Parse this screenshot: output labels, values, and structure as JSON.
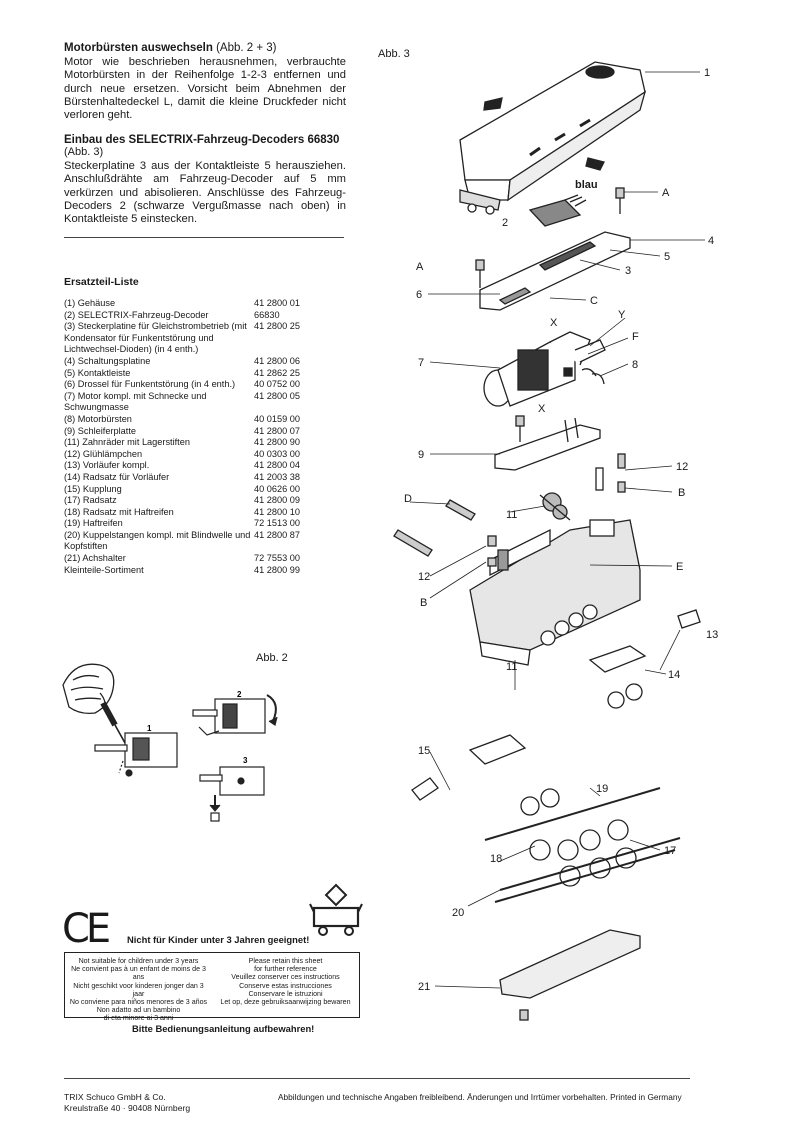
{
  "motor_section": {
    "title": "Motorbürsten auswechseln",
    "title_ref": "(Abb. 2 + 3)",
    "body": "Motor wie beschrieben herausnehmen, verbrauchte Motorbürsten in der Reihenfolge 1-2-3 entfernen und durch neue ersetzen. Vorsicht beim Abnehmen der Bürstenhaltedeckel L, damit die kleine Druckfeder nicht verloren geht."
  },
  "decoder_section": {
    "title": "Einbau des SELECTRIX-Fahrzeug-Decoders 66830",
    "title_ref": "(Abb. 3)",
    "body": "Steckerplatine 3 aus der Kontaktleiste 5 herausziehen. Anschlußdrähte am Fahrzeug-Decoder auf 5 mm verkürzen und abisolieren. Anschlüsse des Fahrzeug-Decoders 2 (schwarze Vergußmasse nach oben) in Kontaktleiste 5 einstecken."
  },
  "parts_list": {
    "title": "Ersatzteil-Liste",
    "items": [
      {
        "desc": "(1) Gehäuse",
        "num": "41 2800 01"
      },
      {
        "desc": "(2) SELECTRIX-Fahrzeug-Decoder",
        "num": "66830"
      },
      {
        "desc": "(3) Steckerplatine für Gleichstrombetrieb (mit Kondensator für Funkentstörung und Lichtwechsel-Dioden) (in 4 enth.)",
        "num": "41 2800 25"
      },
      {
        "desc": "(4) Schaltungsplatine",
        "num": "41 2800 06"
      },
      {
        "desc": "(5) Kontaktleiste",
        "num": "41 2862 25"
      },
      {
        "desc": "(6) Drossel für Funkentstörung (in 4 enth.)",
        "num": "40 0752 00"
      },
      {
        "desc": "(7) Motor kompl. mit Schnecke und Schwungmasse",
        "num": "41 2800 05"
      },
      {
        "desc": "(8) Motorbürsten",
        "num": "40 0159 00"
      },
      {
        "desc": "(9) Schleiferplatte",
        "num": "41 2800 07"
      },
      {
        "desc": "(11) Zahnräder mit Lagerstiften",
        "num": "41 2800 90"
      },
      {
        "desc": "(12) Glühlämpchen",
        "num": "40 0303 00"
      },
      {
        "desc": "(13) Vorläufer kompl.",
        "num": "41 2800 04"
      },
      {
        "desc": "(14) Radsatz für Vorläufer",
        "num": "41 2003 38"
      },
      {
        "desc": "(15) Kupplung",
        "num": "40 0626 00"
      },
      {
        "desc": "(17) Radsatz",
        "num": "41 2800 09"
      },
      {
        "desc": "(18) Radsatz mit Haftreifen",
        "num": "41 2800 10"
      },
      {
        "desc": "(19) Haftreifen",
        "num": "72 1513 00"
      },
      {
        "desc": "(20) Kuppelstangen kompl. mit Blindwelle und Kopfstiften",
        "num": "41 2800 87"
      },
      {
        "desc": "(21) Achshalter",
        "num": "72 7553 00"
      },
      {
        "desc": "Kleinteile-Sortiment",
        "num": "41 2800 99"
      }
    ]
  },
  "figures": {
    "abb2_label": "Abb. 2",
    "abb3_label": "Abb. 3",
    "abb2_callouts": [
      "1",
      "2",
      "3"
    ],
    "abb3_callouts": {
      "c1": "1",
      "blau": "blau",
      "cA1": "A",
      "c2": "2",
      "c4": "4",
      "c5": "5",
      "cA2": "A",
      "c3": "3",
      "c6": "6",
      "cC": "C",
      "cY": "Y",
      "cX1": "X",
      "cF": "F",
      "c7": "7",
      "c8": "8",
      "cX2": "X",
      "c9": "9",
      "c12a": "12",
      "cB1": "B",
      "cD": "D",
      "c11a": "11",
      "cE": "E",
      "c12b": "12",
      "cB2": "B",
      "c13": "13",
      "c11b": "11",
      "c14": "14",
      "c15": "15",
      "c19": "19",
      "c17": "17",
      "c18": "18",
      "c20": "20",
      "c21": "21"
    }
  },
  "warning": {
    "ce_mark": "CE",
    "headline": "Nicht für Kinder unter 3 Jahren geeignet!",
    "left_lines": [
      "Not suitable for children under 3 years",
      "Ne convient pas à un enfant de moins de 3 ans",
      "Nicht geschikt voor kinderen jonger dan 3 jaar",
      "No conviene para niños menores de 3 años",
      "Non adatto ad un bambino",
      "di eta minore ai 3 anni"
    ],
    "right_lines": [
      "Please retain this sheet",
      "for further reference",
      "Veuillez conserver ces instructions",
      "Conserve estas instrucciones",
      "Conservare le istruzioni",
      "Let op, deze gebruiksaanwijzing bewaren"
    ],
    "footer": "Bitte Bedienungsanleitung aufbewahren!"
  },
  "footer": {
    "company": "TRIX Schuco GmbH & Co.",
    "address": "Kreulstraße 40 · 90408 Nürnberg",
    "disclaimer": "Abbildungen und technische Angaben freibleibend. Änderungen und Irrtümer vorbehalten. Printed in Germany"
  }
}
